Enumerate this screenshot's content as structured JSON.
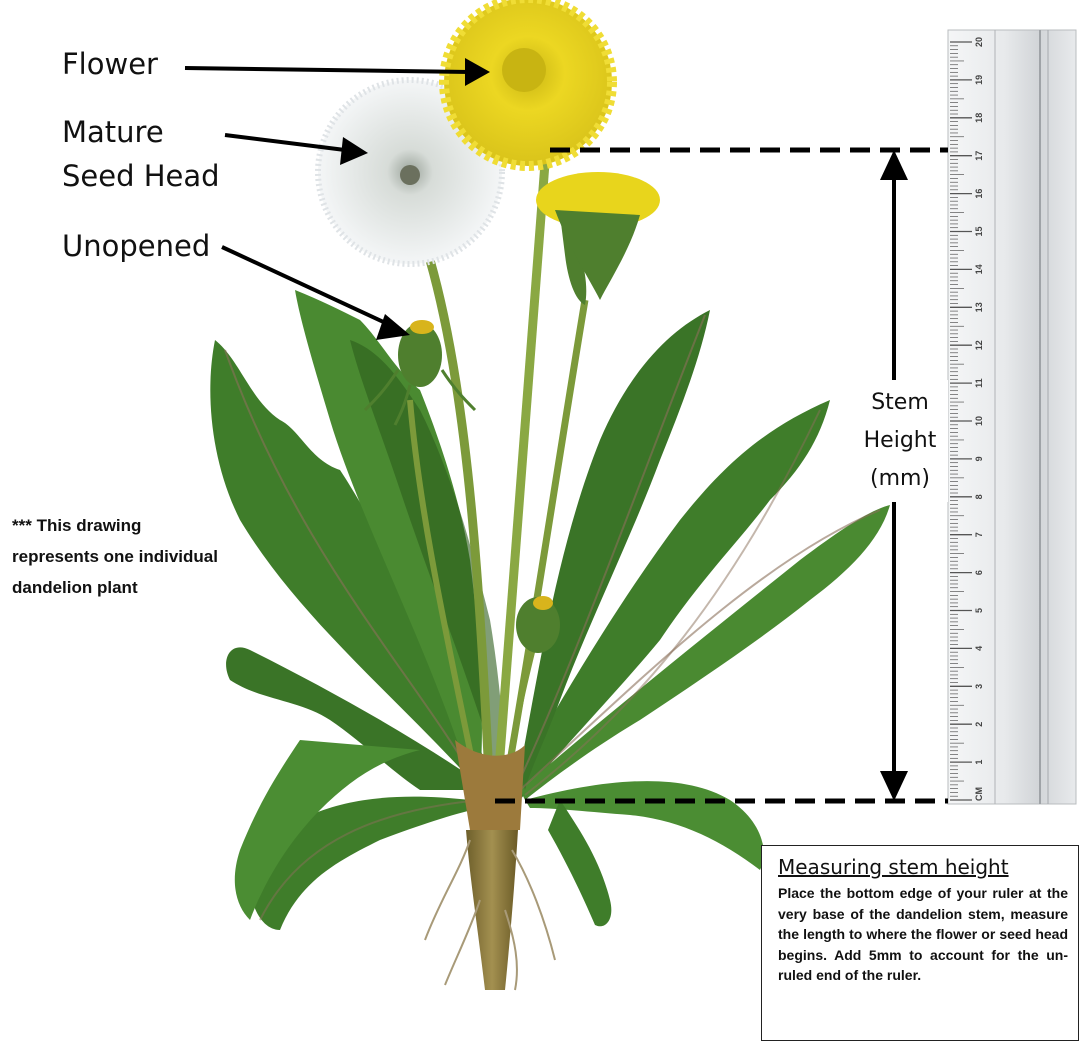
{
  "labels": {
    "flower": "Flower",
    "mature_seed_head_line1": "Mature",
    "mature_seed_head_line2": "Seed Head",
    "unopened": "Unopened"
  },
  "note": "*** This drawing represents one individual dandelion plant",
  "stem_height": {
    "line1": "Stem",
    "line2": "Height",
    "line3": "(mm)"
  },
  "measuring_box": {
    "title": "Measuring stem height",
    "body": "Place the bottom edge of your ruler at the very base of the dandelion stem, measure the length to where the flower or seed head begins. Add 5mm to account for the un-ruled end of the ruler."
  },
  "ruler": {
    "unit": "CM",
    "numbers": [
      "1",
      "2",
      "3",
      "4",
      "5",
      "6",
      "7",
      "8",
      "9",
      "10",
      "11",
      "12",
      "13",
      "14",
      "15",
      "16",
      "17",
      "18",
      "19",
      "20"
    ]
  },
  "colors": {
    "leaf": "#3f7d2a",
    "leaf_dark": "#2d5e1d",
    "flower_yellow": "#e8d51c",
    "seed_head": "#e9ecef",
    "stem": "#7c9a3a",
    "root": "#8b7a3c"
  }
}
